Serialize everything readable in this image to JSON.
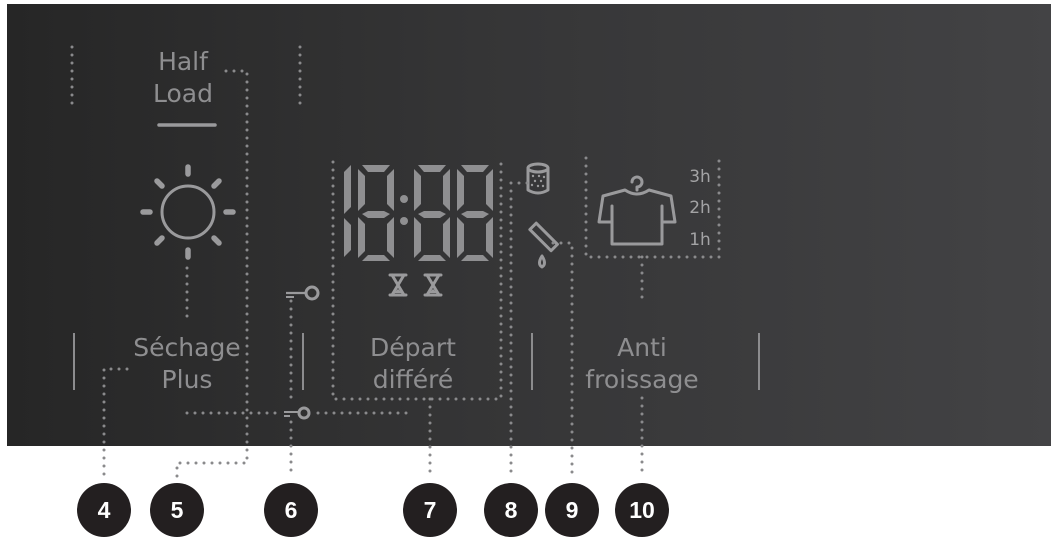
{
  "panel": {
    "background_left": "#262626",
    "background_right": "#434345",
    "text_color": "#8e8e90"
  },
  "labels": {
    "half_load_line1": "Half",
    "half_load_line2": "Load",
    "sechage_line1": "Séchage",
    "sechage_line2": "Plus",
    "depart_line1": "Départ",
    "depart_line2": "différé",
    "anti_line1": "Anti",
    "anti_line2": "froissage"
  },
  "display": {
    "digits": "18:88"
  },
  "anti_crease_hours": [
    "3h",
    "2h",
    "1h"
  ],
  "icons": [
    "sun-icon",
    "key-lock-icon",
    "hourglass-icon",
    "hourglass-icon",
    "water-container-icon",
    "drain-filter-icon",
    "shirt-hanger-icon"
  ],
  "callouts": [
    {
      "number": "4",
      "target": "Séchage Plus button"
    },
    {
      "number": "5",
      "target": "Half Load indicator"
    },
    {
      "number": "6",
      "target": "Child lock indicator"
    },
    {
      "number": "7",
      "target": "Départ différé button"
    },
    {
      "number": "8",
      "target": "Water container indicator"
    },
    {
      "number": "9",
      "target": "Filter indicator"
    },
    {
      "number": "10",
      "target": "Anti froissage button"
    }
  ]
}
